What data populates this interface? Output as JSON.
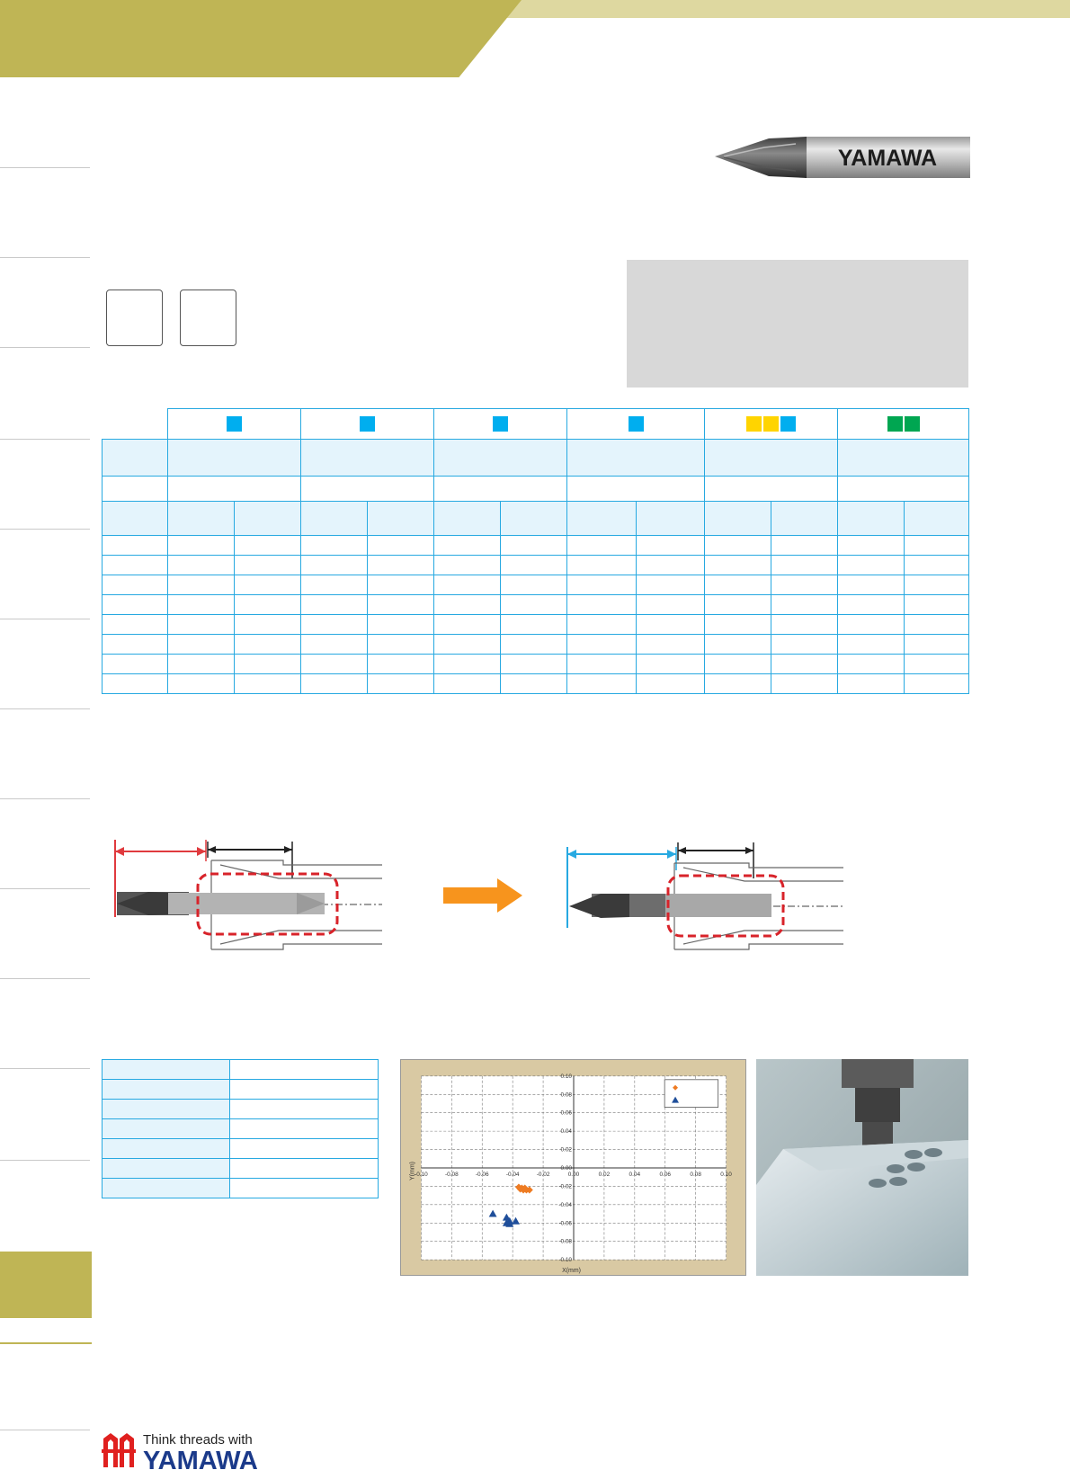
{
  "brand": {
    "tool_logo_text": "YAMAWA",
    "footer_tagline": "Think threads with",
    "footer_name": "YAMAWA"
  },
  "colors": {
    "header_dark": "#bfb555",
    "header_light": "#ded8a0",
    "table_border": "#27a9e1",
    "table_header_fill": "#e4f4fc",
    "square_cyan": "#00aeef",
    "square_yellow": "#ffd400",
    "square_green": "#00a651",
    "series_orange": "#ee7b22",
    "series_blue": "#1f4e9a"
  },
  "material_table": {
    "group_squares": [
      [
        "cyan"
      ],
      [
        "cyan"
      ],
      [
        "cyan"
      ],
      [
        "cyan"
      ],
      [
        "yellow",
        "yellow",
        "cyan"
      ],
      [
        "green",
        "green"
      ]
    ],
    "body_row_count": 8
  },
  "chart_data": {
    "type": "scatter",
    "title": "",
    "xlabel": "X(mm)",
    "ylabel": "Y(mm)",
    "xlim": [
      -0.1,
      0.1
    ],
    "ylim": [
      -0.1,
      0.1
    ],
    "x_ticks": [
      "-0.10",
      "-0.08",
      "-0.06",
      "-0.04",
      "-0.02",
      "0.00",
      "0.02",
      "0.04",
      "0.06",
      "0.08",
      "0.10"
    ],
    "y_ticks": [
      "0.10",
      "0.08",
      "0.06",
      "0.04",
      "0.02",
      "0.00",
      "-0.02",
      "-0.04",
      "-0.06",
      "-0.08",
      "-0.10"
    ],
    "grid": true,
    "legend_position": "top-right",
    "series": [
      {
        "marker": "diamond",
        "color": "#ee7b22",
        "points": [
          [
            -0.036,
            -0.021
          ],
          [
            -0.034,
            -0.022
          ],
          [
            -0.032,
            -0.022
          ],
          [
            -0.033,
            -0.024
          ],
          [
            -0.031,
            -0.024
          ],
          [
            -0.029,
            -0.024
          ],
          [
            -0.035,
            -0.023
          ]
        ]
      },
      {
        "marker": "triangle",
        "color": "#1f4e9a",
        "points": [
          [
            -0.053,
            -0.05
          ],
          [
            -0.044,
            -0.054
          ],
          [
            -0.042,
            -0.058
          ],
          [
            -0.038,
            -0.058
          ],
          [
            -0.044,
            -0.06
          ],
          [
            -0.042,
            -0.061
          ]
        ]
      }
    ]
  }
}
